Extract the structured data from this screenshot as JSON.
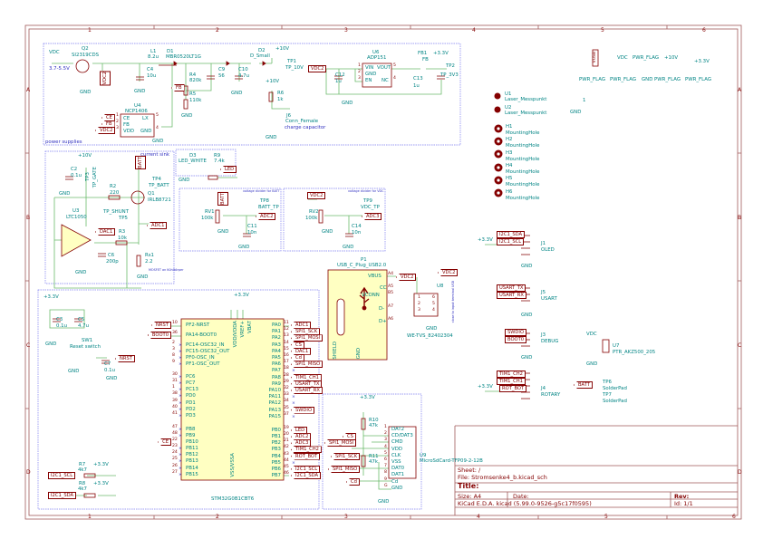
{
  "frame": {
    "cols": [
      "1",
      "2",
      "3",
      "4",
      "5",
      "6"
    ],
    "rows": [
      "A",
      "B",
      "C",
      "D"
    ]
  },
  "title_block": {
    "sheet": "Sheet: /",
    "file": "File: Stromsenke4_b.kicad_sch",
    "title": "Title:",
    "size": "Size: A4",
    "date": "Date:",
    "rev": "Rev:",
    "tool": "KiCad E.D.A.  kicad (5.99.0-9526-g5c17f0595)",
    "id": "Id: 1/1"
  },
  "common": {
    "gnd": "GND",
    "p33": "+3.3V",
    "p10v": "+10V",
    "vdc": "VDC",
    "vdc2": "VDC2",
    "batt": "BATT",
    "pwr_flag": "PWR_FLAG"
  },
  "power_supplies": {
    "title": "power supplies",
    "vdc_range": "3.7-5.5V",
    "q2_ref": "Q2",
    "q2_val": "SI2319CDS",
    "c4_ref": "C4",
    "c4_val": "10u",
    "l1_ref": "L1",
    "l1_val": "8.2u",
    "d1_ref": "D1",
    "d1_val": "MBR0520LT1G",
    "r4_ref": "R4",
    "r4_val": "820k",
    "fb_net": "FB",
    "r5_ref": "R5",
    "r5_val": "110k",
    "c9_ref": "C9",
    "c9_val": "56",
    "c10_ref": "C10",
    "c10_val": "4.7u",
    "d2_ref": "D2",
    "d2_val": "D_Small",
    "u4_ref": "U4",
    "u4_val": "NCP1406",
    "u4_pins": [
      "CE",
      "FB",
      "VDD",
      "LX",
      "GND"
    ],
    "u4_pin_nums": [
      "1",
      "2",
      "3",
      "5",
      "4"
    ],
    "u4_nets": [
      "CE",
      "FB",
      "VDC2"
    ],
    "tp1_ref": "TP1",
    "tp1_val": "TP_10V",
    "u6_ref": "U6",
    "u6_val": "ADP151",
    "u6_pins": [
      "VIN",
      "GND",
      "EN",
      "VOUT",
      "NC"
    ],
    "u6_pin_nums": [
      "1",
      "2",
      "3",
      "5",
      "4"
    ],
    "c12_ref": "C12",
    "c12_val": "1u",
    "c13_ref": "C13",
    "c13_val": "1u",
    "fb1_ref": "FB1",
    "fb1_val": "FB",
    "tp2_ref": "TP2",
    "tp2_val": "TP_3V3",
    "r6_ref": "R6",
    "r6_val": "1k",
    "j6_ref": "J6",
    "j6_val": "Conn_Female",
    "j6_note": "charge capacitor"
  },
  "current_sink": {
    "title": "current sink",
    "c2_ref": "C2",
    "c2_val": "0.1u",
    "tp3_ref": "TP3",
    "tp3_val": "TP_GATE",
    "r2_ref": "R2",
    "r2_val": "220",
    "q1_ref": "Q1",
    "q1_val": "IRLB8721",
    "tp4_ref": "TP4",
    "tp4_val": "TP_BATT",
    "tp5_val": "TP_SHUNT",
    "tp5_ref": "TP5",
    "adc1": "ADC1",
    "u3_ref": "U3",
    "u3_val": "LTC1050",
    "dac1": "DAC1",
    "r3_ref": "R3",
    "r3_val": "10k",
    "c6_ref": "C6",
    "c6_val": "200p",
    "rs1_ref": "Rs1",
    "rs1_val": "2.2",
    "note": "MOSFET an Kühlkörper"
  },
  "led": {
    "d3_ref": "D3",
    "d3_val": "LED_WHITE",
    "r9_ref": "R9",
    "r9_val": "7.4k",
    "net": "LED"
  },
  "batt_divider": {
    "note": "voltage divider for BATT",
    "rv1_ref": "RV1",
    "rv1_val": "100k",
    "tp8_ref": "TP8",
    "tp8_val": "BATT_TP",
    "adc2": "ADC2",
    "c11_ref": "C11",
    "c11_val": "10n"
  },
  "vdc_divider": {
    "note": "voltage divider for VDC",
    "rv2_ref": "RV2",
    "rv2_val": "100k",
    "tp9_ref": "TP9",
    "tp9_val": "VDC_TP",
    "adc3": "ADC3",
    "c14_ref": "C14",
    "c14_val": "10n"
  },
  "mcu": {
    "ref": "U5",
    "value": "STM32G0B1CBT6",
    "top_pins": [
      "VDD/VDDA",
      "VREF+",
      "VBAT"
    ],
    "bottom_pin": "VSS/VSSA",
    "left_pins": [
      {
        "name": "PF2-NRST",
        "num": "10",
        "net": "NRST"
      },
      {
        "name": "PA14-BOOT0",
        "num": "36",
        "net": "BOOT0"
      },
      {
        "name": "PC14-OSC32_IN",
        "num": "2"
      },
      {
        "name": "PC15-OSC32_OUT",
        "num": "3"
      },
      {
        "name": "PF0-OSC_IN",
        "num": "8"
      },
      {
        "name": "PF1-OSC_OUT",
        "num": "9"
      },
      {
        "name": "PC6",
        "num": "30"
      },
      {
        "name": "PC7",
        "num": "31"
      },
      {
        "name": "PC13",
        "num": "1"
      },
      {
        "name": "PD0",
        "num": "38"
      },
      {
        "name": "PD1",
        "num": "39"
      },
      {
        "name": "PD2",
        "num": "40"
      },
      {
        "name": "PD3",
        "num": "41"
      },
      {
        "name": "PB8",
        "num": "47"
      },
      {
        "name": "PB9",
        "num": "48"
      },
      {
        "name": "PB10",
        "num": "22",
        "net": "CE"
      },
      {
        "name": "PB11",
        "num": "23"
      },
      {
        "name": "PB12",
        "num": "24"
      },
      {
        "name": "PB13",
        "num": "25"
      },
      {
        "name": "PB14",
        "num": "26"
      },
      {
        "name": "PB15",
        "num": "27"
      }
    ],
    "right_pins": [
      {
        "name": "PA0",
        "num": "11",
        "net": "ADC1"
      },
      {
        "name": "PA1",
        "num": "12",
        "net": "SPI1_SCK"
      },
      {
        "name": "PA2",
        "num": "13",
        "net": "SPI1_MOSI"
      },
      {
        "name": "PA3",
        "num": "14",
        "net": "CS"
      },
      {
        "name": "PA4",
        "num": "15",
        "net": "DAC1"
      },
      {
        "name": "PA5",
        "num": "16",
        "net": "Cd"
      },
      {
        "name": "PA6",
        "num": "17",
        "net": "SPI1_MISO"
      },
      {
        "name": "PA7",
        "num": "18"
      },
      {
        "name": "PA8",
        "num": "28",
        "net": "TIM1_CH1"
      },
      {
        "name": "PA9",
        "num": "29",
        "net": "USART_TX"
      },
      {
        "name": "PA10",
        "num": "32",
        "net": "USART_RX"
      },
      {
        "name": "PA11",
        "num": "33"
      },
      {
        "name": "PA12",
        "num": "34"
      },
      {
        "name": "PA13",
        "num": "35",
        "net": "SWDIO"
      },
      {
        "name": "PA15",
        "num": "37"
      },
      {
        "name": "PB0",
        "num": "19",
        "net": "LED"
      },
      {
        "name": "PB1",
        "num": "20",
        "net": "ADC2"
      },
      {
        "name": "PB2",
        "num": "21",
        "net": "ADC3"
      },
      {
        "name": "PB3",
        "num": "42",
        "net": "TIM1_CH2"
      },
      {
        "name": "PB4",
        "num": "43",
        "net": "ROT_BOT"
      },
      {
        "name": "PB5",
        "num": "44"
      },
      {
        "name": "PB6",
        "num": "45",
        "net": "I2C1_SCL"
      },
      {
        "name": "PB7",
        "num": "46",
        "net": "I2C1_SDA"
      }
    ],
    "c3_ref": "C3",
    "c3_val": "0.1u",
    "c5_ref": "C5",
    "c5_val": "4.7u",
    "sw1_ref": "SW1",
    "sw1_val": "Reset switch",
    "nrst": "NRST",
    "c7_ref": "C7",
    "c7_val": "0.1u",
    "r7_ref": "R7",
    "r7_val": "4k7",
    "r8_ref": "R8",
    "r8_val": "4k7",
    "i2c_scl": "I2C1_SCL",
    "i2c_sda": "I2C1_SDA"
  },
  "usb": {
    "ref": "P1",
    "value": "USB_C_Plug_USB2.0",
    "pins": [
      "VBUS",
      "CC",
      "VCONN",
      "D-",
      "D+"
    ],
    "pin_nums": [
      "A4",
      "A5",
      "B5",
      "A7",
      "A6"
    ],
    "shield": "SHIELD",
    "gnd_pin": "GND",
    "tvs_ref": "U8",
    "tvs_val": "WE-TVS_82402304",
    "tvs_pins": [
      "1",
      "2",
      "3",
      "6",
      "5",
      "4"
    ],
    "note": "close to input terminal USB"
  },
  "sd": {
    "ref": "U9",
    "value": "MicroSdCard-TFP09-2-12B",
    "r10_ref": "R10",
    "r10_val": "47k",
    "r11_ref": "R11",
    "r11_val": "47k",
    "pins": [
      "DAT2",
      "CD/DAT3",
      "CMD",
      "VDD",
      "CLK",
      "VSS",
      "DAT0",
      "DAT1",
      "Cd",
      "GND"
    ],
    "pin_nums": [
      "1",
      "2",
      "3",
      "4",
      "5",
      "6",
      "7",
      "8",
      "9",
      "G"
    ],
    "nets": [
      "CS",
      "SPI1_MOSI",
      "SPI1_SCK",
      "SPI1_MISO",
      "Cd"
    ]
  },
  "flags": {
    "vusb": "VUSB",
    "pin1": "1"
  },
  "misc": {
    "u1_ref": "U1",
    "u2_ref": "U2",
    "laser": "Laser_Messpunkt",
    "holes": [
      "H1",
      "H2",
      "H3",
      "H4",
      "H5",
      "H6"
    ],
    "hole_val": "MountingHole"
  },
  "connectors": {
    "j1_ref": "J1",
    "j1_val": "OLED",
    "j5_ref": "J5",
    "j5_val": "USART",
    "j3_ref": "J3",
    "j3_val": "DEBUG",
    "j4_ref": "J4",
    "j4_val": "ROTARY",
    "u7_ref": "U7",
    "u7_val": "PTR_AKZ500_205",
    "tp6_ref": "TP6",
    "tp7_ref": "TP7",
    "solder": "SolderPad",
    "nets": {
      "i2c_sda": "I2C1_SDA",
      "i2c_scl": "I2C1_SCL",
      "usart_tx": "USART_TX",
      "usart_rx": "USART_RX",
      "swdio": "SWDIO",
      "boot0": "BOOT0",
      "tim1_ch2": "TIM1_CH2",
      "tim1_ch1": "TIM1_CH1",
      "rot_bot": "ROT_BOT"
    }
  }
}
